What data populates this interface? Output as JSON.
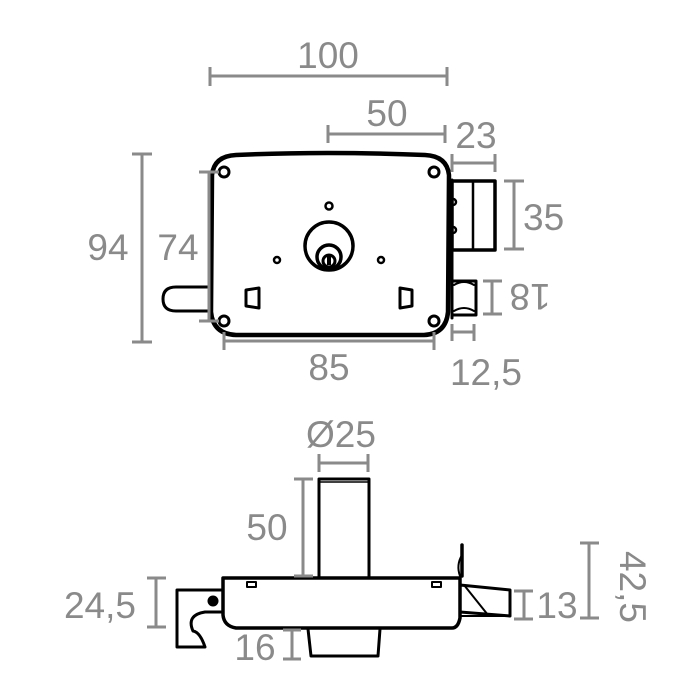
{
  "title": "Rim lock technical drawing with dimensions",
  "colors": {
    "outline": "#000000",
    "dimension": "#8a8a8a",
    "background": "#ffffff"
  },
  "front_view": {
    "dimensions": {
      "overall_width": "100",
      "cylinder_offset": "50",
      "bolt_projection": "23",
      "bolt_height": "35",
      "latch_height": "18",
      "latch_projection": "12,5",
      "case_height": "94",
      "screw_spacing_vertical": "74",
      "screw_spacing_horizontal": "85"
    }
  },
  "side_view": {
    "dimensions": {
      "cylinder_diameter": "Ø25",
      "cylinder_length": "50",
      "keeper_height": "24,5",
      "knob_depth": "16",
      "latch_thickness": "13",
      "total_depth": "42,5"
    }
  }
}
